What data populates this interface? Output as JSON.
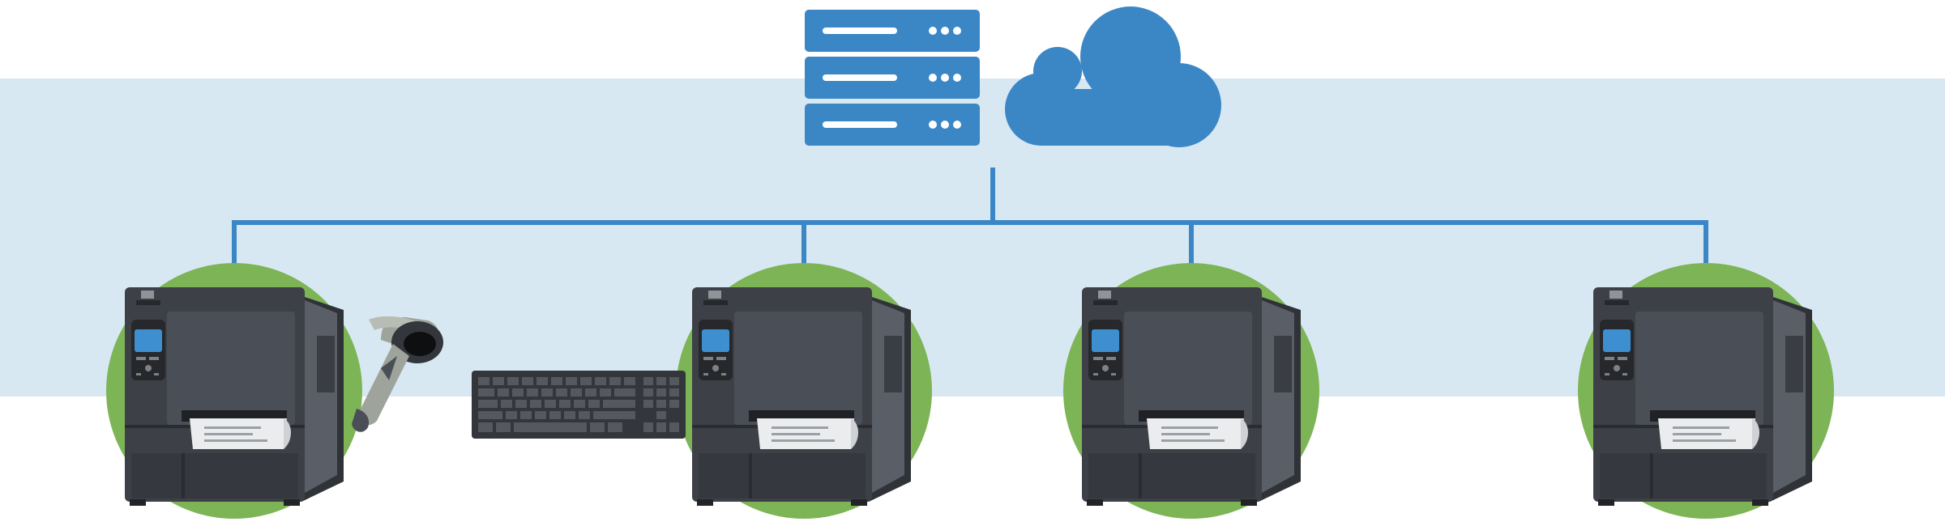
{
  "diagram": {
    "kind": "network-topology",
    "colors": {
      "band": "#d8e8f3",
      "accent_blue": "#3b87c6",
      "green_disc": "#7db456",
      "printer_body": "#3d4047",
      "printer_panel": "#4a4e57",
      "screen": "#3d8fd0",
      "scanner": "#9ea39b",
      "keyboard": "#33363b"
    },
    "nodes": {
      "server": {
        "icon": "server-stack-icon",
        "units": 3
      },
      "cloud": {
        "icon": "cloud-icon"
      },
      "printers": [
        {
          "icon": "printer-icon",
          "peripherals": [
            "barcode-scanner-icon",
            "keyboard-icon"
          ]
        },
        {
          "icon": "printer-icon",
          "peripherals": []
        },
        {
          "icon": "printer-icon",
          "peripherals": []
        },
        {
          "icon": "printer-icon",
          "peripherals": []
        }
      ]
    },
    "connections": [
      {
        "from": "server",
        "to": "printer-1"
      },
      {
        "from": "server",
        "to": "printer-2"
      },
      {
        "from": "server",
        "to": "printer-3"
      },
      {
        "from": "server",
        "to": "printer-4"
      }
    ]
  }
}
